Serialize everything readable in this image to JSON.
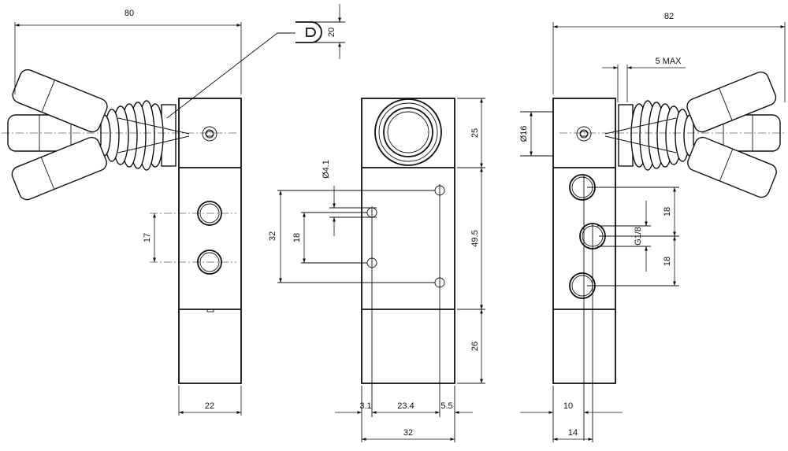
{
  "dimensions": {
    "left_width": "80",
    "left_spacing": "17",
    "left_depth": "22",
    "slot_width": "20",
    "hole_dia": "Ø4.1",
    "hole_span_outer": "32",
    "hole_span_inner": "18",
    "top_height": "25",
    "mid_height": "49.5",
    "bottom_height": "26",
    "offset_left": "3.1",
    "hole_spacing_h": "23.4",
    "offset_right": "5.5",
    "front_width": "32",
    "right_width": "82",
    "max_stroke": "5 MAX",
    "boss_dia": "Ø16",
    "port_thread": "G1/8",
    "port_spacing_top": "18",
    "port_spacing_bottom": "18",
    "port_offset": "10",
    "right_depth": "14"
  }
}
